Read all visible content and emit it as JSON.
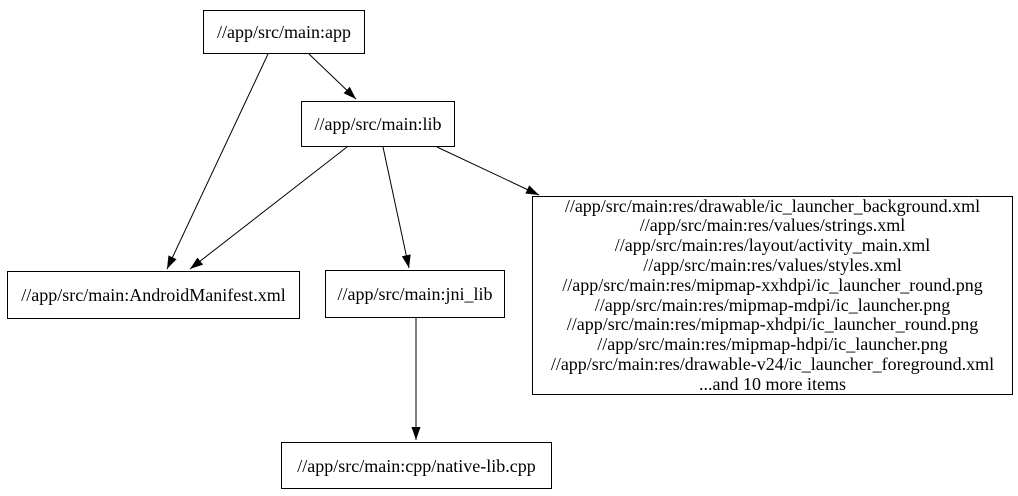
{
  "graph": {
    "nodes": {
      "app": {
        "label": "//app/src/main:app"
      },
      "lib": {
        "label": "//app/src/main:lib"
      },
      "android_manifest": {
        "label": "//app/src/main:AndroidManifest.xml"
      },
      "jni_lib": {
        "label": "//app/src/main:jni_lib"
      },
      "res_files": {
        "lines": [
          "//app/src/main:res/drawable/ic_launcher_background.xml",
          "//app/src/main:res/values/strings.xml",
          "//app/src/main:res/layout/activity_main.xml",
          "//app/src/main:res/values/styles.xml",
          "//app/src/main:res/mipmap-xxhdpi/ic_launcher_round.png",
          "//app/src/main:res/mipmap-mdpi/ic_launcher.png",
          "//app/src/main:res/mipmap-xhdpi/ic_launcher_round.png",
          "//app/src/main:res/mipmap-hdpi/ic_launcher.png",
          "//app/src/main:res/drawable-v24/ic_launcher_foreground.xml",
          "...and 10 more items"
        ]
      },
      "native_lib_cpp": {
        "label": "//app/src/main:cpp/native-lib.cpp"
      }
    },
    "edges": [
      {
        "from": "app",
        "to": "lib"
      },
      {
        "from": "app",
        "to": "android_manifest"
      },
      {
        "from": "lib",
        "to": "android_manifest"
      },
      {
        "from": "lib",
        "to": "jni_lib"
      },
      {
        "from": "lib",
        "to": "res_files"
      },
      {
        "from": "jni_lib",
        "to": "native_lib_cpp"
      }
    ]
  },
  "colors": {
    "background": "#ffffff",
    "node_fill": "#ffffff",
    "node_border": "#000000",
    "edge": "#000000",
    "text": "#000000"
  }
}
